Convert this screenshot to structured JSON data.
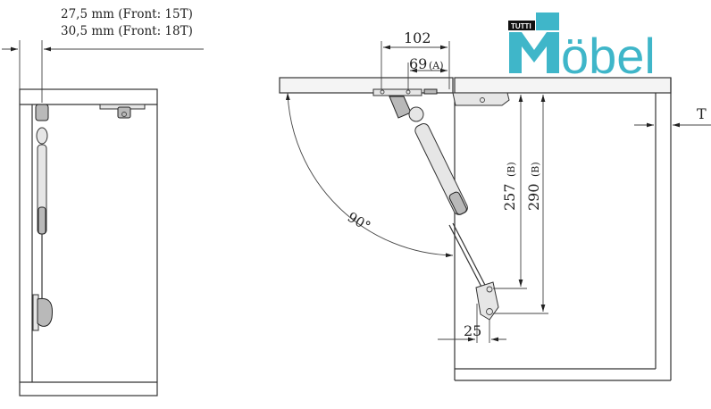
{
  "notes": {
    "line1": "27,5 mm (Front: 15T)",
    "line2": "30,5 mm (Front: 18T)"
  },
  "dimensions": {
    "width_total": "102",
    "width_a": "69",
    "width_a_tag": "(A)",
    "height_b1": "257",
    "height_b2": "290",
    "height_tag": "(B)",
    "bottom": "25",
    "angle": "90°",
    "thickness": "T"
  },
  "logo": {
    "badge": "TUTTI",
    "text": "öbel",
    "color": "#3fb6c9"
  },
  "colors": {
    "line": "#333333",
    "panel_fill": "#f4f4f4",
    "logo": "#3fb6c9"
  }
}
